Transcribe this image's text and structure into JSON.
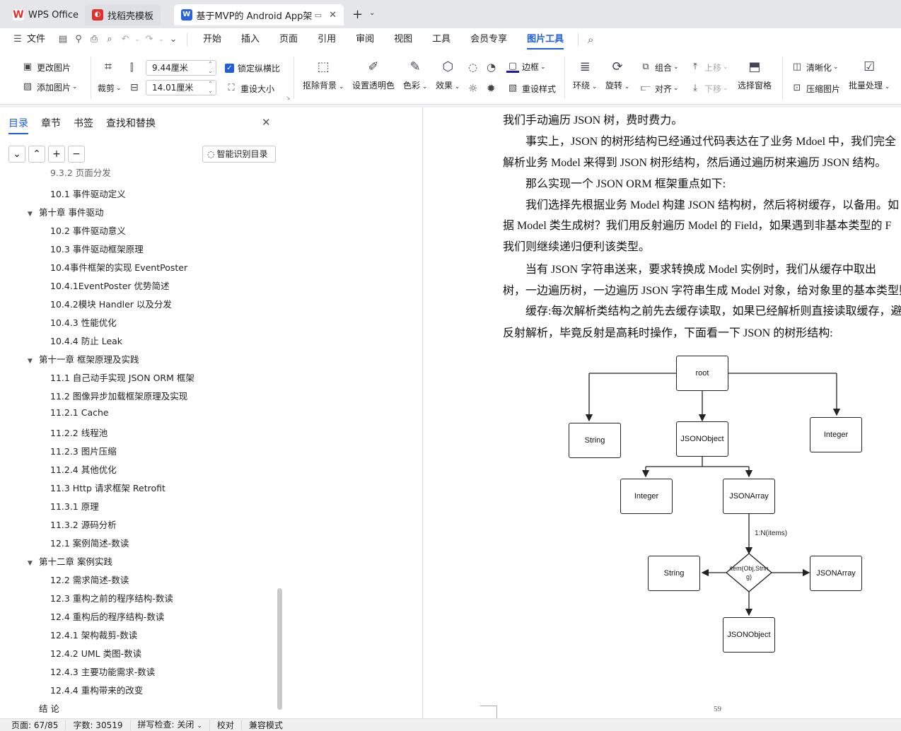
{
  "tabs": [
    {
      "label": "WPS Office",
      "icon": "wps-logo-icon"
    },
    {
      "label": "找稻壳模板",
      "icon": "docer-icon"
    },
    {
      "label": "基于MVP的 Android App架",
      "icon": "word-doc-icon"
    }
  ],
  "file_menu": "文件",
  "menu": [
    "开始",
    "插入",
    "页面",
    "引用",
    "审阅",
    "视图",
    "工具",
    "会员专享",
    "图片工具"
  ],
  "ribbon": {
    "change_picture": "更改图片",
    "add_picture": "添加图片",
    "crop": "裁剪",
    "width": "9.44厘米",
    "height": "14.01厘米",
    "lock_ratio": "锁定纵横比",
    "reset_size": "重设大小",
    "remove_bg": "抠除背景",
    "set_transparent": "设置透明色",
    "color": "色彩",
    "effect": "效果",
    "border": "边框",
    "reset_style": "重设样式",
    "wrap": "环绕",
    "rotate": "旋转",
    "group": "组合",
    "align": "对齐",
    "move_up": "上移",
    "move_down": "下移",
    "selection_pane": "选择窗格",
    "sharpen": "清晰化",
    "compress": "压缩图片",
    "batch": "批量处理"
  },
  "sidebar": {
    "tabs": [
      "目录",
      "章节",
      "书签",
      "查找和替换"
    ],
    "smart_toc": "智能识别目录",
    "items": [
      {
        "label": "9.3.2 页面分发",
        "level": 2
      },
      {
        "label": "10.1 事件驱动定义",
        "level": 2
      },
      {
        "label": "第十章 事件驱动",
        "level": 1
      },
      {
        "label": "10.2 事件驱动意义",
        "level": 2
      },
      {
        "label": "10.3 事件驱动框架原理",
        "level": 2
      },
      {
        "label": "10.4事件框架的实现 EventPoster",
        "level": 2
      },
      {
        "label": "10.4.1EventPoster 优势简述",
        "level": 2
      },
      {
        "label": "10.4.2模块 Handler 以及分发",
        "level": 2
      },
      {
        "label": "10.4.3 性能优化",
        "level": 2
      },
      {
        "label": "10.4.4  防止 Leak",
        "level": 2
      },
      {
        "label": "第十一章 框架原理及实践",
        "level": 1
      },
      {
        "label": "11.1  自己动手实现 JSON ORM  框架",
        "level": 2
      },
      {
        "label": "11.2  图像异步加载框架原理及实现",
        "level": 2
      },
      {
        "label": "11.2.1 Cache",
        "level": 2
      },
      {
        "label": "11.2.2  线程池",
        "level": 2
      },
      {
        "label": "11.2.3  图片压缩",
        "level": 2
      },
      {
        "label": "11.2.4  其他优化",
        "level": 2
      },
      {
        "label": "11.3 Http  请求框架 Retrofit",
        "level": 2
      },
      {
        "label": "11.3.1   原理",
        "level": 2
      },
      {
        "label": "11.3.2   源码分析",
        "level": 2
      },
      {
        "label": "12.1 案例简述-数读",
        "level": 2
      },
      {
        "label": "第十二章 案例实践",
        "level": 1
      },
      {
        "label": "12.2 需求简述-数读",
        "level": 2
      },
      {
        "label": "12.3 重构之前的程序结构-数读",
        "level": 2
      },
      {
        "label": "12.4 重构后的程序结构-数读",
        "level": 2
      },
      {
        "label": "12.4.1 架构裁剪-数读",
        "level": 2
      },
      {
        "label": "12.4.2 UML 类图-数读",
        "level": 2
      },
      {
        "label": "12.4.3 主要功能需求-数读",
        "level": 2
      },
      {
        "label": "12.4.4 重构带来的改变",
        "level": 2
      },
      {
        "label": "结  论",
        "level": 0
      }
    ]
  },
  "document": {
    "lines": [
      "我们手动遍历  JSON 树，费时费力。",
      "事实上，JSON 的树形结构已经通过代码表达在了业务  Mdoel  中，我们完全",
      "解析业务  Model  来得到  JSON  树形结构，然后通过遍历树来遍历  JSON  结构。",
      "那么实现一个  JSON ORM  框架重点如下:",
      "我们选择先根据业务  Model 构建  JSON  结构树，然后将树缓存，以备用。如",
      "据  Model 类生成树？我们用反射遍历  Model 的  Field，如果遇到非基本类型的  F",
      "我们则继续递归便利该类型。",
      "当有  JSON  字符串送来，要求转换成  Model  实例时，我们从缓存中取出",
      "树，一边遍历树，一边遍历  JSON 字符串生成  Model 对象，给对象里的基本类型则",
      "缓存:每次解析类结构之前先去缓存读取，如果已经解析则直接读取缓存，避免",
      "反射解析，毕竟反射是高耗时操作，下面看一下  JSON  的树形结构:"
    ],
    "diagram": {
      "root": "root",
      "string1": "String",
      "jsonobject1": "JSONObject",
      "integer1": "Integer",
      "integer2": "Integer",
      "jsonarray1": "JSONArray",
      "edge_label": "1:N(items)",
      "item": "item(Obj,String)",
      "string2": "String",
      "jsonarray2": "JSONArray",
      "jsonobject2": "JSONObject"
    },
    "page_number": "59"
  },
  "status": {
    "page": "页面: 67/85",
    "words": "字数: 30519",
    "spell": "拼写检查: 关闭",
    "proof": "校对",
    "compat": "兼容模式"
  }
}
